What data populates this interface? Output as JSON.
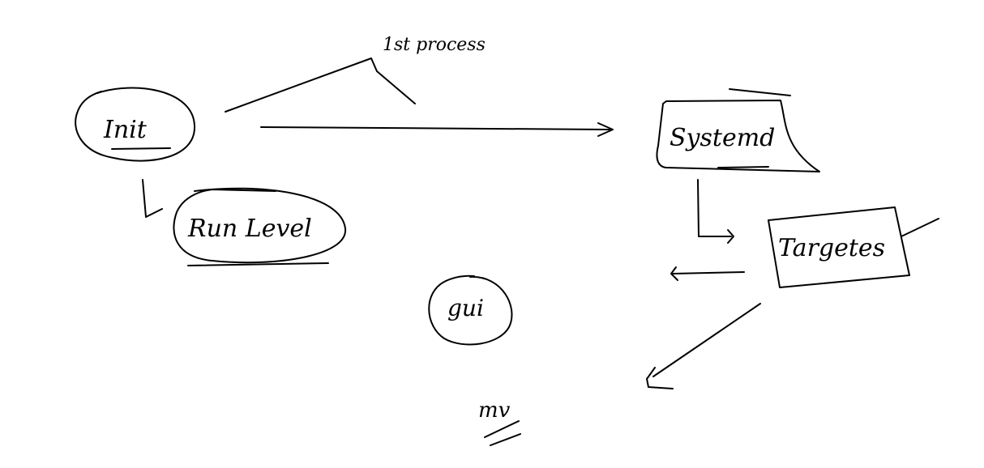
{
  "diagram": {
    "nodes": {
      "init": "Init",
      "run_level": "Run Level",
      "systemd": "Systemd",
      "targets": "Targetes",
      "gui": "gui"
    },
    "annotations": {
      "first_process": "1st process",
      "mv": "mv"
    },
    "ink_color": "#000000",
    "background_color": "#ffffff"
  }
}
